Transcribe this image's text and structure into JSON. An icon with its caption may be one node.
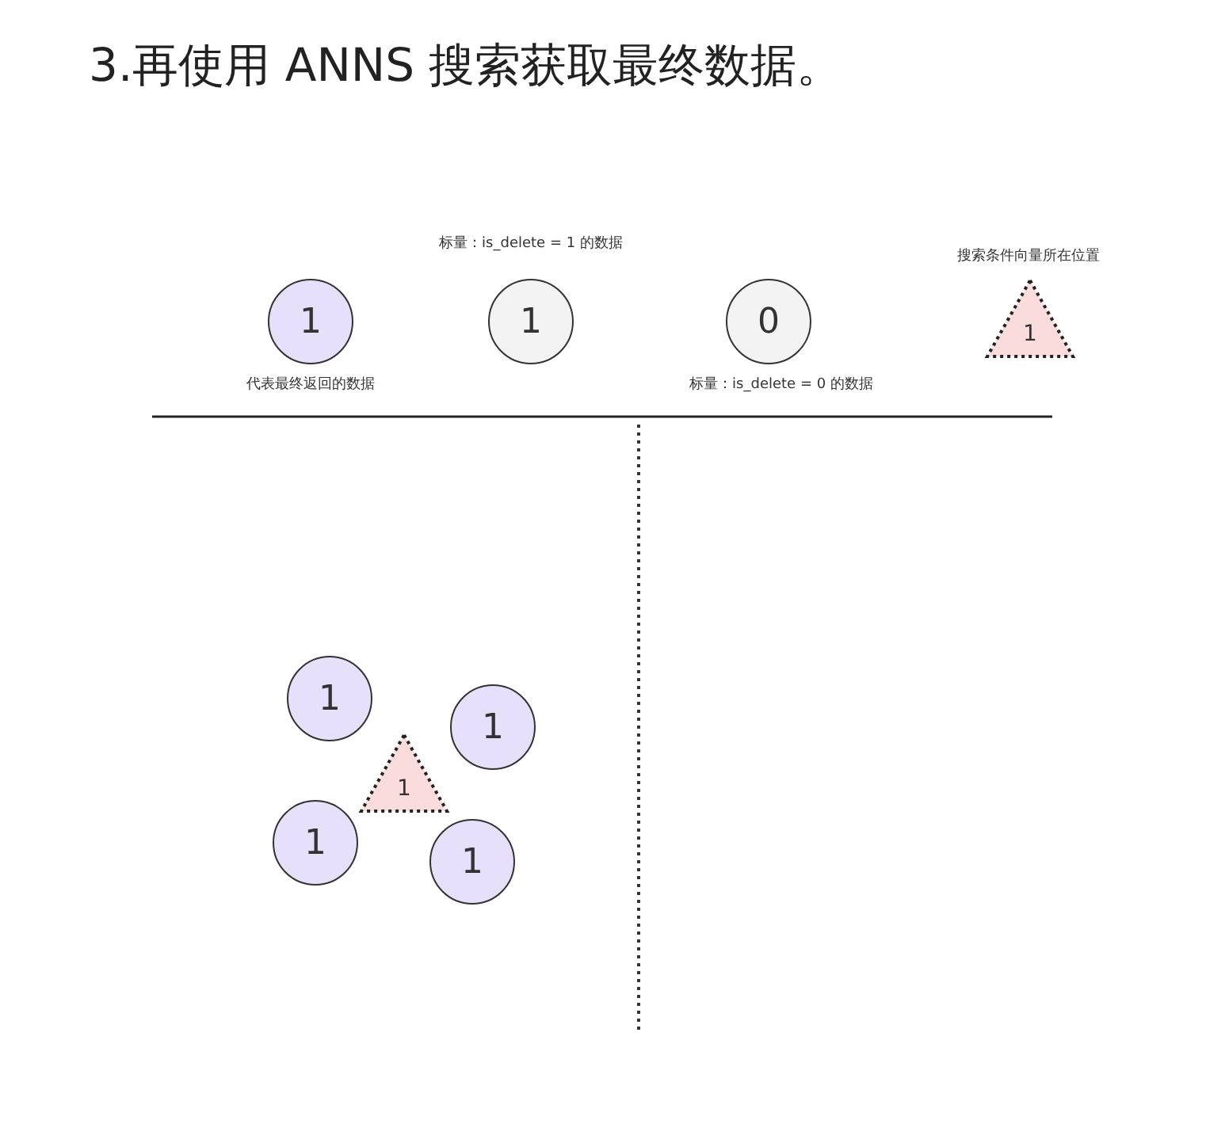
{
  "diagram": {
    "title": "3.再使用 ANNS 搜索获取最终数据。",
    "nodes": [
      {
        "text": [
          "1"
        ],
        "beside": [
          "代表最终返回的数据"
        ]
      },
      {
        "text": [
          "1"
        ],
        "beside": [
          "标量：is_delete = 1 的数据"
        ]
      },
      {
        "text": [
          "0"
        ],
        "beside": [
          "标量：is_delete = 0 的数据"
        ]
      },
      {
        "text": [
          "1"
        ],
        "beside": [
          "搜索条件向量所在位置"
        ]
      },
      {
        "text": [
          "1"
        ]
      },
      {
        "text": [
          "1"
        ]
      },
      {
        "text": [
          "1"
        ]
      },
      {
        "text": [
          "1"
        ]
      },
      {
        "text": [
          "1"
        ]
      }
    ],
    "edges": []
  }
}
